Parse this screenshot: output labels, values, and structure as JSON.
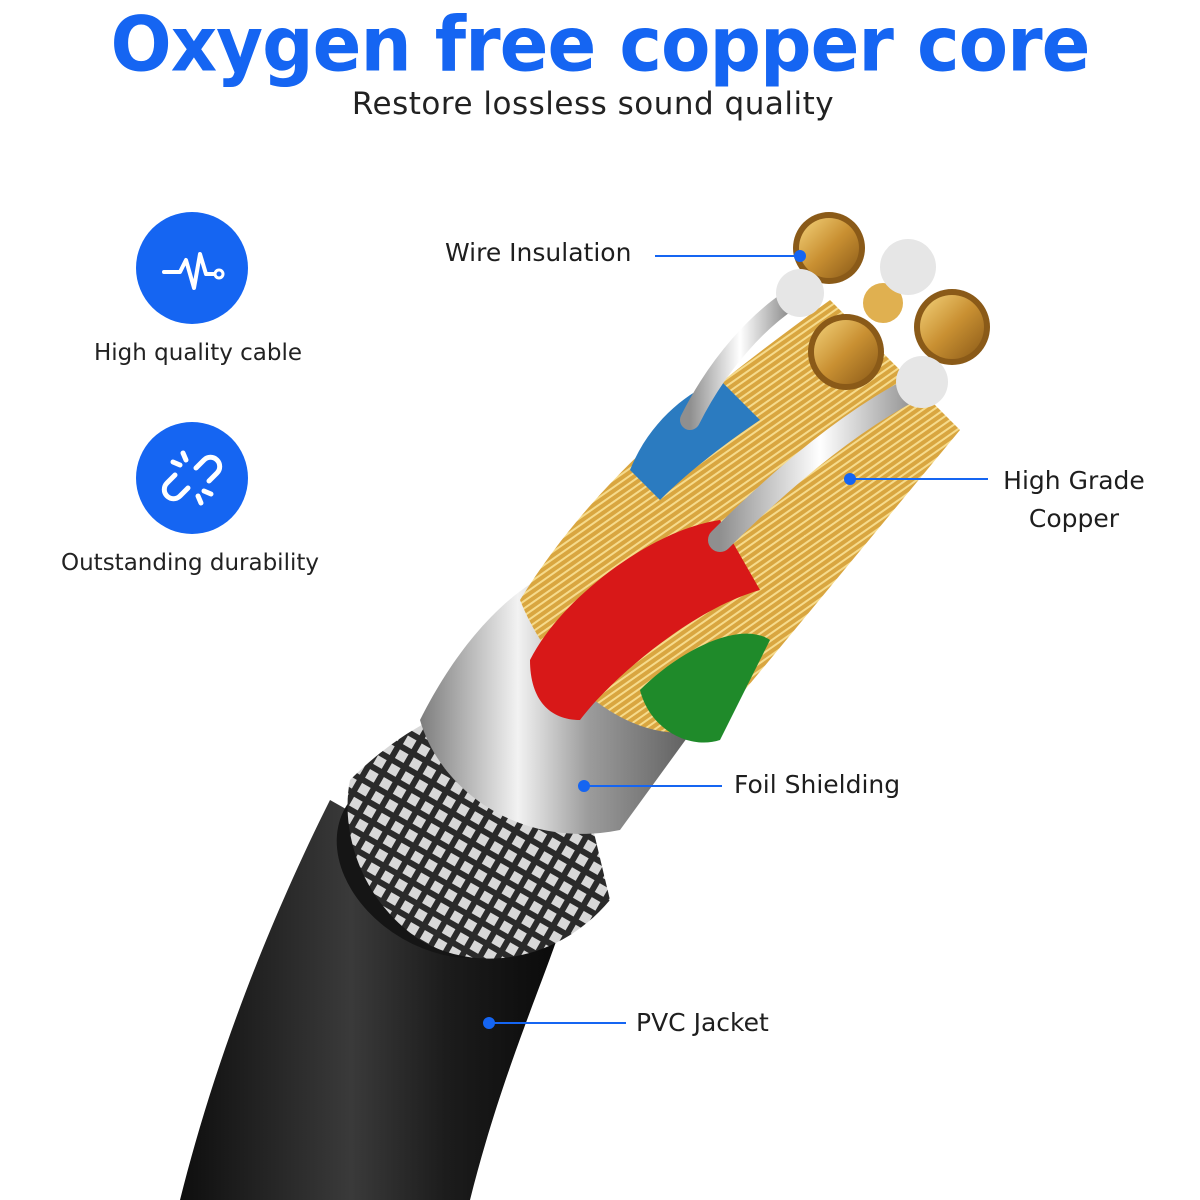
{
  "header": {
    "title": "Oxygen free copper core",
    "subtitle": "Restore lossless sound quality"
  },
  "features": [
    {
      "label": "High quality cable",
      "icon": "heartbeat-icon"
    },
    {
      "label": "Outstanding durability",
      "icon": "broken-link-icon"
    }
  ],
  "callouts": {
    "wire_insulation": "Wire Insulation",
    "high_grade_copper_line1": "High Grade",
    "high_grade_copper_line2": "Copper",
    "foil_shielding": "Foil Shielding",
    "pvc_jacket": "PVC Jacket"
  },
  "colors": {
    "accent": "#1565f2",
    "jacket": "#1a1a1a",
    "copper": "#d9a640",
    "red_insulation": "#d81818",
    "green_insulation": "#1f8a2a",
    "blue_insulation": "#2b7bc0"
  }
}
